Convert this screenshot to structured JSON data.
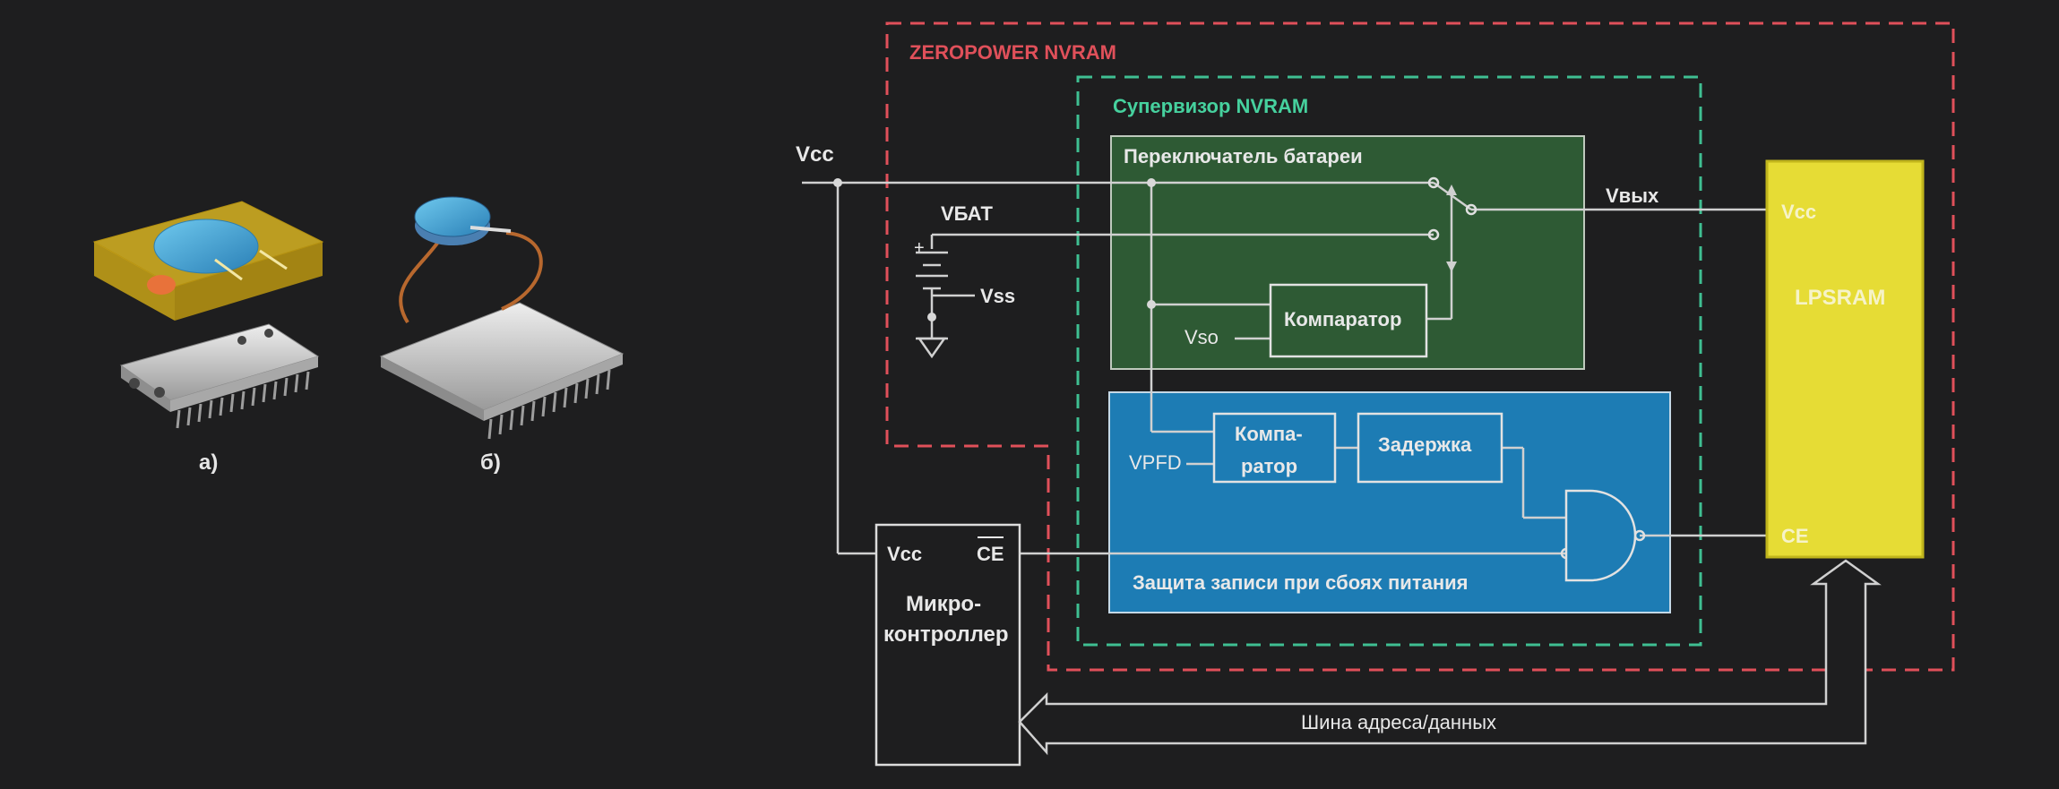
{
  "figure": {
    "caption_a": "а)",
    "caption_b": "б)"
  },
  "diagram": {
    "zeropower_title": "ZEROPOWER NVRAM",
    "supervisor_title": "Супервизор NVRAM",
    "battery_switch_title": "Переключатель батареи",
    "comparator_label": "Компаратор",
    "vso_label": "Vso",
    "vcc_input_label": "Vcc",
    "vbat_label": "VБАТ",
    "vss_label": "Vss",
    "vout_label": "Vвых",
    "comparator2_line1": "Компа-",
    "comparator2_line2": "ратор",
    "delay_label": "Задержка",
    "vpfd_label": "VPFD",
    "write_protect_label": "Защита записи при сбоях питания",
    "mcu_vcc": "Vcc",
    "mcu_ce": "CE",
    "mcu_line1": "Микро-",
    "mcu_line2": "контроллер",
    "sram_vcc": "Vcc",
    "sram_title": "LPSRAM",
    "sram_ce": "CE",
    "bus_label": "Шина адреса/данных"
  },
  "colors": {
    "zeropower_border": "#e0505a",
    "supervisor_border": "#3fbf92",
    "battery_switch_fill": "#2e5a34",
    "write_protect_fill": "#1d7cb4",
    "sram_fill": "#e6dc35",
    "wire": "#d0d0d0"
  }
}
